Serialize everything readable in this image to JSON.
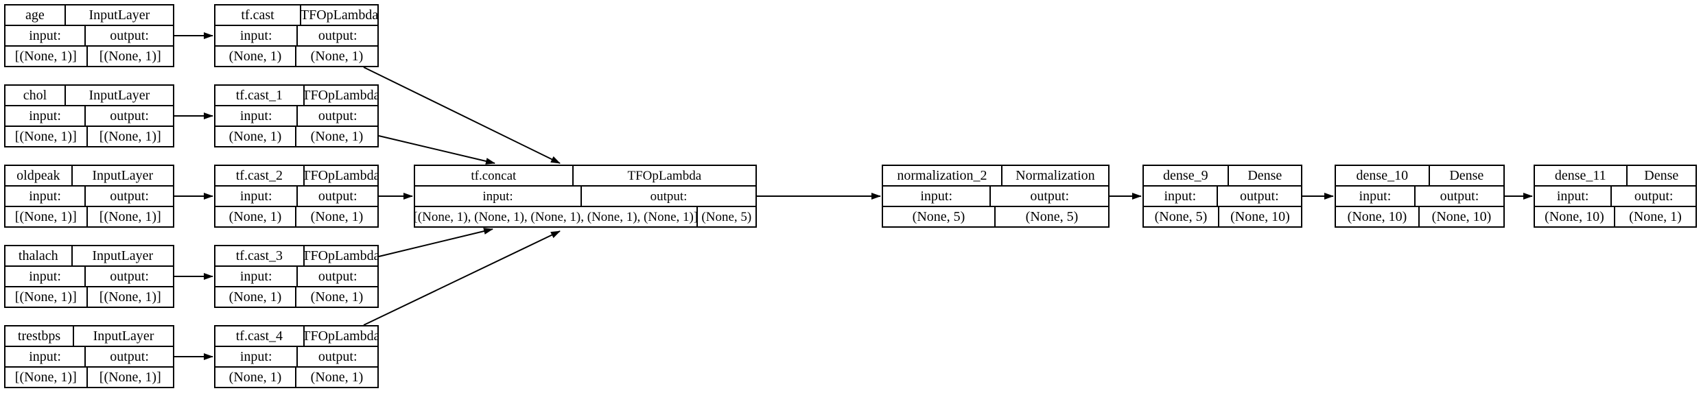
{
  "diagram": {
    "kind": "keras-model-plot",
    "colors": {
      "line": "#000000",
      "node_border": "#000000",
      "background": "#ffffff",
      "text": "#000000"
    },
    "nodes": [
      {
        "id": "age",
        "name": "age",
        "type": "InputLayer",
        "input_label": "input:",
        "output_label": "output:",
        "input_shape": "[(None, 1)]",
        "output_shape": "[(None, 1)]"
      },
      {
        "id": "chol",
        "name": "chol",
        "type": "InputLayer",
        "input_label": "input:",
        "output_label": "output:",
        "input_shape": "[(None, 1)]",
        "output_shape": "[(None, 1)]"
      },
      {
        "id": "oldpeak",
        "name": "oldpeak",
        "type": "InputLayer",
        "input_label": "input:",
        "output_label": "output:",
        "input_shape": "[(None, 1)]",
        "output_shape": "[(None, 1)]"
      },
      {
        "id": "thalach",
        "name": "thalach",
        "type": "InputLayer",
        "input_label": "input:",
        "output_label": "output:",
        "input_shape": "[(None, 1)]",
        "output_shape": "[(None, 1)]"
      },
      {
        "id": "trestbps",
        "name": "trestbps",
        "type": "InputLayer",
        "input_label": "input:",
        "output_label": "output:",
        "input_shape": "[(None, 1)]",
        "output_shape": "[(None, 1)]"
      },
      {
        "id": "tf.cast",
        "name": "tf.cast",
        "type": "TFOpLambda",
        "input_label": "input:",
        "output_label": "output:",
        "input_shape": "(None, 1)",
        "output_shape": "(None, 1)"
      },
      {
        "id": "tf.cast_1",
        "name": "tf.cast_1",
        "type": "TFOpLambda",
        "input_label": "input:",
        "output_label": "output:",
        "input_shape": "(None, 1)",
        "output_shape": "(None, 1)"
      },
      {
        "id": "tf.cast_2",
        "name": "tf.cast_2",
        "type": "TFOpLambda",
        "input_label": "input:",
        "output_label": "output:",
        "input_shape": "(None, 1)",
        "output_shape": "(None, 1)"
      },
      {
        "id": "tf.cast_3",
        "name": "tf.cast_3",
        "type": "TFOpLambda",
        "input_label": "input:",
        "output_label": "output:",
        "input_shape": "(None, 1)",
        "output_shape": "(None, 1)"
      },
      {
        "id": "tf.cast_4",
        "name": "tf.cast_4",
        "type": "TFOpLambda",
        "input_label": "input:",
        "output_label": "output:",
        "input_shape": "(None, 1)",
        "output_shape": "(None, 1)"
      },
      {
        "id": "tf.concat",
        "name": "tf.concat",
        "type": "TFOpLambda",
        "input_label": "input:",
        "output_label": "output:",
        "input_shape": "[(None, 1), (None, 1), (None, 1), (None, 1), (None, 1)]",
        "output_shape": "(None, 5)"
      },
      {
        "id": "normalization_2",
        "name": "normalization_2",
        "type": "Normalization",
        "input_label": "input:",
        "output_label": "output:",
        "input_shape": "(None, 5)",
        "output_shape": "(None, 5)"
      },
      {
        "id": "dense_9",
        "name": "dense_9",
        "type": "Dense",
        "input_label": "input:",
        "output_label": "output:",
        "input_shape": "(None, 5)",
        "output_shape": "(None, 10)"
      },
      {
        "id": "dense_10",
        "name": "dense_10",
        "type": "Dense",
        "input_label": "input:",
        "output_label": "output:",
        "input_shape": "(None, 10)",
        "output_shape": "(None, 10)"
      },
      {
        "id": "dense_11",
        "name": "dense_11",
        "type": "Dense",
        "input_label": "input:",
        "output_label": "output:",
        "input_shape": "(None, 10)",
        "output_shape": "(None, 1)"
      }
    ],
    "edges": [
      {
        "from": "age",
        "to": "tf.cast"
      },
      {
        "from": "chol",
        "to": "tf.cast_1"
      },
      {
        "from": "oldpeak",
        "to": "tf.cast_2"
      },
      {
        "from": "thalach",
        "to": "tf.cast_3"
      },
      {
        "from": "trestbps",
        "to": "tf.cast_4"
      },
      {
        "from": "tf.cast",
        "to": "tf.concat"
      },
      {
        "from": "tf.cast_1",
        "to": "tf.concat"
      },
      {
        "from": "tf.cast_2",
        "to": "tf.concat"
      },
      {
        "from": "tf.cast_3",
        "to": "tf.concat"
      },
      {
        "from": "tf.cast_4",
        "to": "tf.concat"
      },
      {
        "from": "tf.concat",
        "to": "normalization_2"
      },
      {
        "from": "normalization_2",
        "to": "dense_9"
      },
      {
        "from": "dense_9",
        "to": "dense_10"
      },
      {
        "from": "dense_10",
        "to": "dense_11"
      }
    ]
  }
}
